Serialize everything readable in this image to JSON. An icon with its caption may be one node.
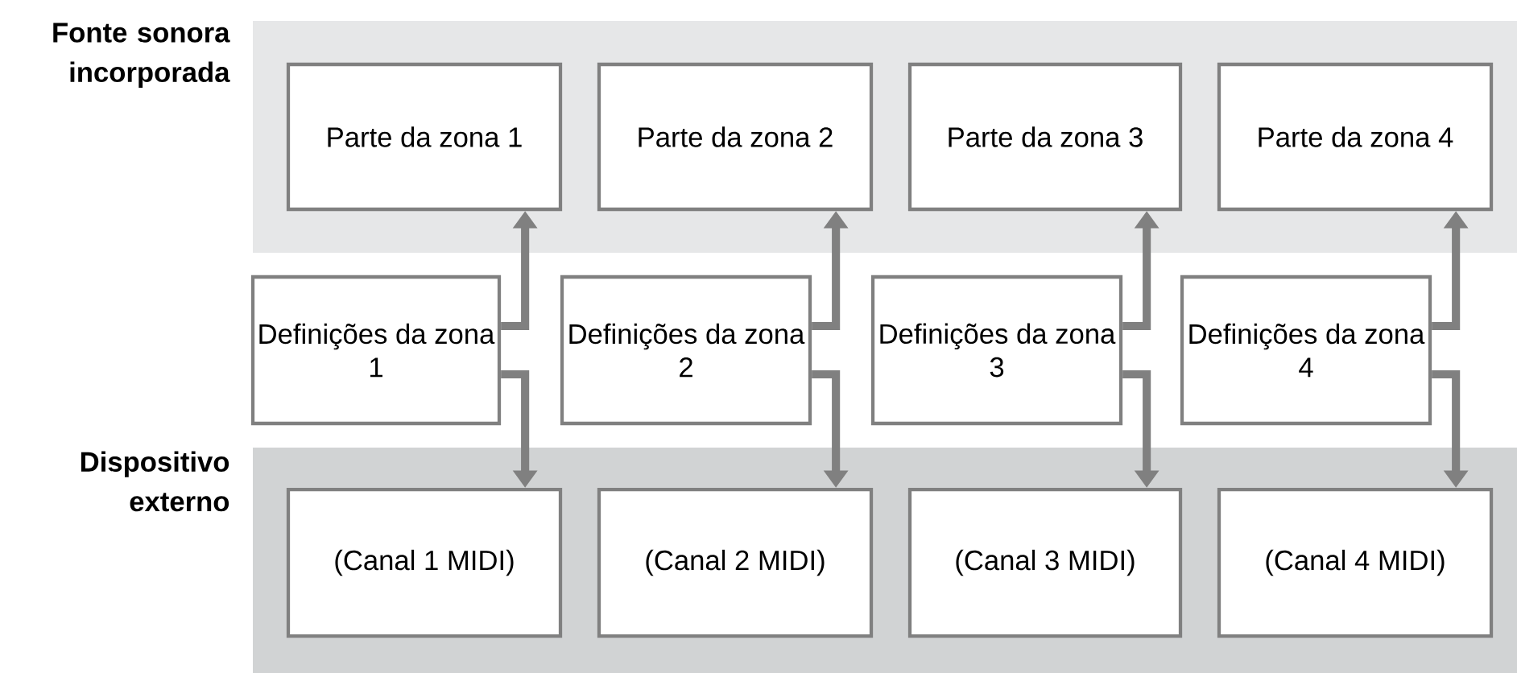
{
  "diagram": {
    "nodes": [
      {
        "text": [
          "Fonte sonora incorporada"
        ]
      },
      {
        "text": [
          "Parte da zona 1"
        ],
        "in": 0
      },
      {
        "text": [
          "Parte da zona 2"
        ],
        "in": 0
      },
      {
        "text": [
          "Parte da zona 3"
        ],
        "in": 0
      },
      {
        "text": [
          "Parte da zona 4"
        ],
        "in": 0
      },
      {
        "text": [
          "Definições da zona 1"
        ]
      },
      {
        "text": [
          "Definições da zona 2"
        ]
      },
      {
        "text": [
          "Definições da zona 3"
        ]
      },
      {
        "text": [
          "Definições da zona 4"
        ]
      },
      {
        "text": [
          "Dispositivo externo"
        ]
      },
      {
        "text": [
          "(Canal 1 MIDI)"
        ],
        "in": 9
      },
      {
        "text": [
          "(Canal 2 MIDI)"
        ],
        "in": 9
      },
      {
        "text": [
          "(Canal 3 MIDI)"
        ],
        "in": 9
      },
      {
        "text": [
          "(Canal 4 MIDI)"
        ],
        "in": 9
      }
    ],
    "edges": [
      {
        "from": 5,
        "to": 1,
        "arrow": "to"
      },
      {
        "from": 5,
        "to": 10,
        "arrow": "to"
      },
      {
        "from": 6,
        "to": 2,
        "arrow": "to"
      },
      {
        "from": 6,
        "to": 11,
        "arrow": "to"
      },
      {
        "from": 7,
        "to": 3,
        "arrow": "to"
      },
      {
        "from": 7,
        "to": 12,
        "arrow": "to"
      },
      {
        "from": 8,
        "to": 4,
        "arrow": "to"
      },
      {
        "from": 8,
        "to": 13,
        "arrow": "to"
      }
    ]
  }
}
